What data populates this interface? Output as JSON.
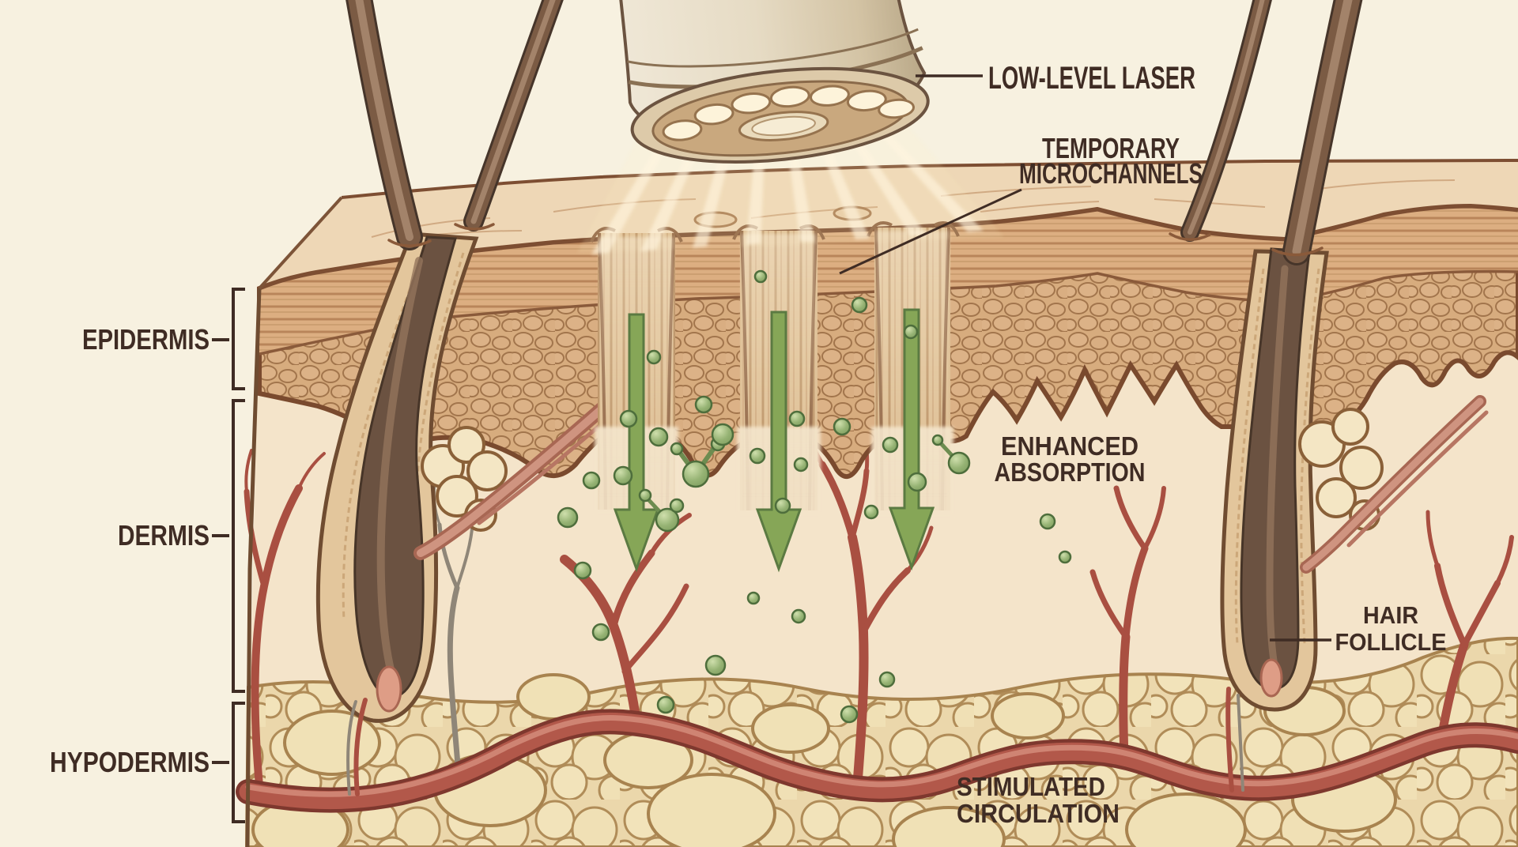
{
  "title": "Skin cross-section diagram: low-level laser creating temporary microchannels",
  "labels": {
    "laser": "LOW-LEVEL LASER",
    "microchannels": [
      "TEMPORARY",
      "MICROCHANNELS"
    ],
    "absorption": [
      "ENHANCED",
      "ABSORPTION"
    ],
    "hair_follicle": [
      "HAIR",
      "FOLLICLE"
    ],
    "circulation": [
      "STIMULATED",
      "CIRCULATION"
    ],
    "layers": {
      "epidermis": "EPIDERMIS",
      "dermis": "DERMIS",
      "hypodermis": "HYPODERMIS"
    }
  },
  "colors": {
    "background": "#f7f1e0",
    "label_text": "#3f2c24",
    "leader_line": "#3f2c24",
    "arrow_green": "#86a657",
    "particle_green": "#8fae6d",
    "vessel_red": "#b2584a",
    "epidermis_tan": "#d7ac7e",
    "dermis_cream": "#f4e4ca",
    "fat_yellow": "#ebd7ab",
    "hair_brown": "#6b5241",
    "device_metal": "#d8cab0",
    "beam_light": "#fff6df"
  }
}
